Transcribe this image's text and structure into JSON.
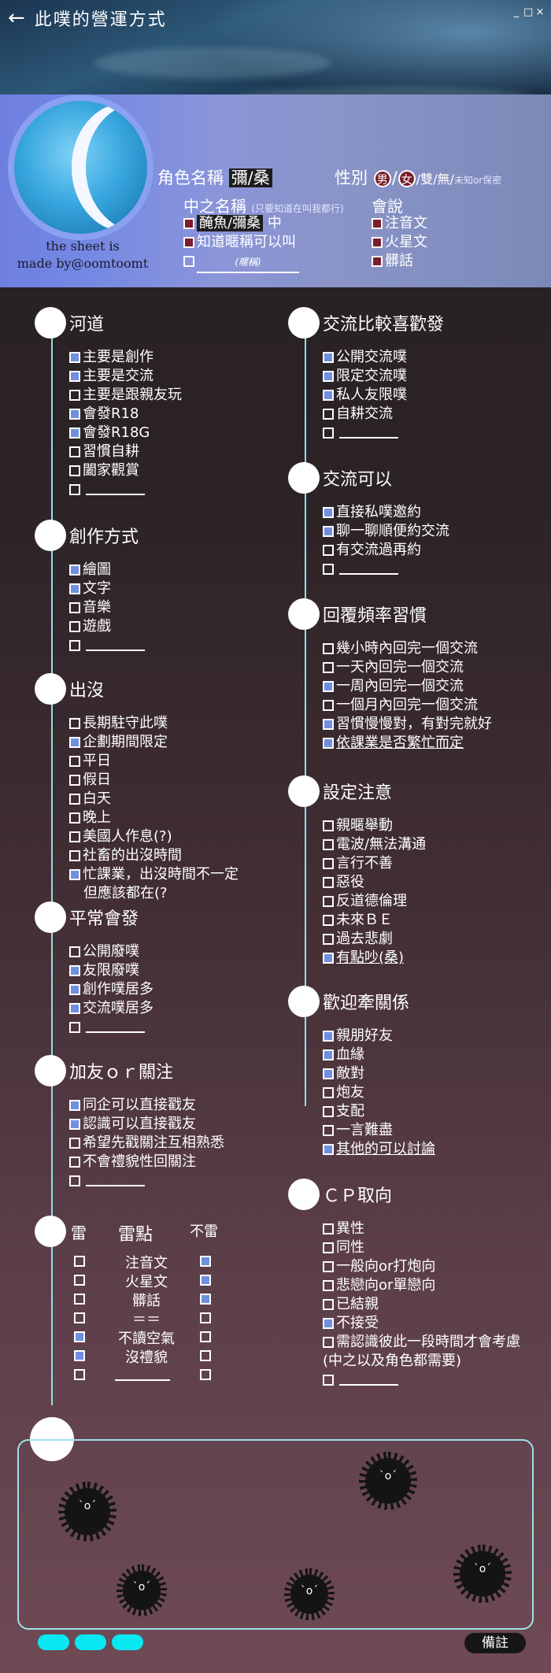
{
  "topbar": {
    "back_icon": "back-arrow-icon",
    "title": "此噗的營運方式",
    "window_controls": [
      "_",
      "□",
      "×"
    ]
  },
  "header": {
    "role_label": "角色名稱",
    "role_value": "彌/桑",
    "gender_label": "性別",
    "gender_options": [
      "男",
      "女"
    ],
    "gender_rest": "/雙/無/",
    "gender_small": "未知or保密",
    "inner_label": "中之名稱",
    "inner_hint": "(只要知道在叫我都行)",
    "inner_items": [
      {
        "text": "醃魚/彌桑",
        "suffix": "中",
        "checked": "red"
      },
      {
        "text": "知道暱稱可以叫",
        "checked": "red"
      },
      {
        "text": "",
        "suffix": "(暱稱)",
        "checked": "none"
      }
    ],
    "speak_label": "會說",
    "speak_items": [
      {
        "text": "注音文",
        "checked": "red"
      },
      {
        "text": "火星文",
        "checked": "red"
      },
      {
        "text": "髒話",
        "checked": "red"
      }
    ]
  },
  "credit": "the sheet is\nmade by@oomtoomt",
  "sections": {
    "river": {
      "title": "河道",
      "items": [
        {
          "text": "主要是創作",
          "checked": true
        },
        {
          "text": "主要是交流",
          "checked": true
        },
        {
          "text": "主要是跟親友玩",
          "checked": false
        },
        {
          "text": "會發R18",
          "checked": true
        },
        {
          "text": "會發R18G",
          "checked": true
        },
        {
          "text": "習慣自耕",
          "checked": false
        },
        {
          "text": "闔家觀賞",
          "checked": false
        },
        {
          "text": "",
          "checked": false,
          "blank": true
        }
      ]
    },
    "create": {
      "title": "創作方式",
      "items": [
        {
          "text": "繪圖",
          "checked": true
        },
        {
          "text": "文字",
          "checked": true
        },
        {
          "text": "音樂",
          "checked": false
        },
        {
          "text": "遊戲",
          "checked": false
        },
        {
          "text": "",
          "checked": false,
          "blank": true
        }
      ]
    },
    "appear": {
      "title": "出沒",
      "items": [
        {
          "text": "長期駐守此噗",
          "checked": false
        },
        {
          "text": "企劃期間限定",
          "checked": true
        },
        {
          "text": "平日",
          "checked": false
        },
        {
          "text": "假日",
          "checked": false
        },
        {
          "text": "白天",
          "checked": false
        },
        {
          "text": "晚上",
          "checked": false
        },
        {
          "text": "美國人作息(?)",
          "checked": false
        },
        {
          "text": "社畜的出沒時間",
          "checked": false
        },
        {
          "text": "忙課業，出沒時間不一定",
          "checked": true
        },
        {
          "text": "　但應該都在(?",
          "checked": null
        }
      ]
    },
    "post": {
      "title": "平常會發",
      "items": [
        {
          "text": "公開廢噗",
          "checked": false
        },
        {
          "text": "友限廢噗",
          "checked": true
        },
        {
          "text": "創作噗居多",
          "checked": true
        },
        {
          "text": "交流噗居多",
          "checked": true
        },
        {
          "text": "",
          "checked": false,
          "blank": true
        }
      ]
    },
    "friend": {
      "title": "加友ｏｒ關注",
      "items": [
        {
          "text": "同企可以直接戳友",
          "checked": true
        },
        {
          "text": "認識可以直接戳友",
          "checked": true
        },
        {
          "text": "希望先戳關注互相熟悉",
          "checked": false
        },
        {
          "text": "不會禮貌性回關注",
          "checked": false
        },
        {
          "text": "",
          "checked": false,
          "blank": true
        }
      ]
    },
    "exchange": {
      "title": "交流比較喜歡發",
      "items": [
        {
          "text": "公開交流噗",
          "checked": true
        },
        {
          "text": "限定交流噗",
          "checked": true
        },
        {
          "text": "私人友限噗",
          "checked": true
        },
        {
          "text": "自耕交流",
          "checked": false
        },
        {
          "text": "",
          "checked": false,
          "blank": true
        }
      ]
    },
    "exok": {
      "title": "交流可以",
      "items": [
        {
          "text": "直接私噗邀約",
          "checked": true
        },
        {
          "text": "聊一聊順便約交流",
          "checked": true
        },
        {
          "text": "有交流過再約",
          "checked": false
        },
        {
          "text": "",
          "checked": false,
          "blank": true
        }
      ]
    },
    "reply": {
      "title": "回覆頻率習慣",
      "items": [
        {
          "text": "幾小時內回完一個交流",
          "checked": false
        },
        {
          "text": "一天內回完一個交流",
          "checked": false
        },
        {
          "text": "一周內回完一個交流",
          "checked": true
        },
        {
          "text": "一個月內回完一個交流",
          "checked": false
        },
        {
          "text": "習慣慢慢對，有對完就好",
          "checked": true
        },
        {
          "text": "依課業是否繁忙而定",
          "checked": true,
          "underline": true
        }
      ]
    },
    "notice": {
      "title": "設定注意",
      "items": [
        {
          "text": "親暱舉動",
          "checked": false
        },
        {
          "text": "電波/無法溝通",
          "checked": false
        },
        {
          "text": "言行不善",
          "checked": false
        },
        {
          "text": "惡役",
          "checked": false
        },
        {
          "text": "反道德倫理",
          "checked": false
        },
        {
          "text": "未來ＢＥ",
          "checked": false
        },
        {
          "text": "過去悲劇",
          "checked": false
        },
        {
          "text": "有點吵(桑)",
          "checked": true,
          "underline": true
        }
      ]
    },
    "relation": {
      "title": "歡迎牽關係",
      "items": [
        {
          "text": "親朋好友",
          "checked": true
        },
        {
          "text": "血緣",
          "checked": true
        },
        {
          "text": "敵對",
          "checked": true
        },
        {
          "text": "炮友",
          "checked": false
        },
        {
          "text": "支配",
          "checked": false
        },
        {
          "text": "一言難盡",
          "checked": false
        },
        {
          "text": "其他的可以討論",
          "checked": true,
          "underline": true
        }
      ]
    },
    "cp": {
      "title": "ＣＰ取向",
      "items": [
        {
          "text": "異性",
          "checked": false
        },
        {
          "text": "同性",
          "checked": false
        },
        {
          "text": "一般向or打炮向",
          "checked": false
        },
        {
          "text": "悲戀向or單戀向",
          "checked": false
        },
        {
          "text": "已結親",
          "checked": false
        },
        {
          "text": "不接受",
          "checked": true
        },
        {
          "text": "需認識彼此一段時間才會考慮",
          "checked": false
        },
        {
          "text": "(中之以及角色都需要)",
          "checked": null
        },
        {
          "text": "",
          "checked": false,
          "blank": true
        }
      ]
    }
  },
  "thunder": {
    "left_header": "雷",
    "mid_header": "雷點",
    "right_header": "不雷",
    "rows": [
      {
        "text": "注音文",
        "l": false,
        "r": true
      },
      {
        "text": "火星文",
        "l": false,
        "r": true
      },
      {
        "text": "髒話",
        "l": false,
        "r": true
      },
      {
        "text": "＝＝",
        "l": false,
        "r": false
      },
      {
        "text": "不讀空氣",
        "l": true,
        "r": false
      },
      {
        "text": "沒禮貌",
        "l": true,
        "r": false
      },
      {
        "text": "",
        "l": false,
        "r": false,
        "blank": true
      }
    ]
  },
  "footer": {
    "note_button": "備註"
  }
}
